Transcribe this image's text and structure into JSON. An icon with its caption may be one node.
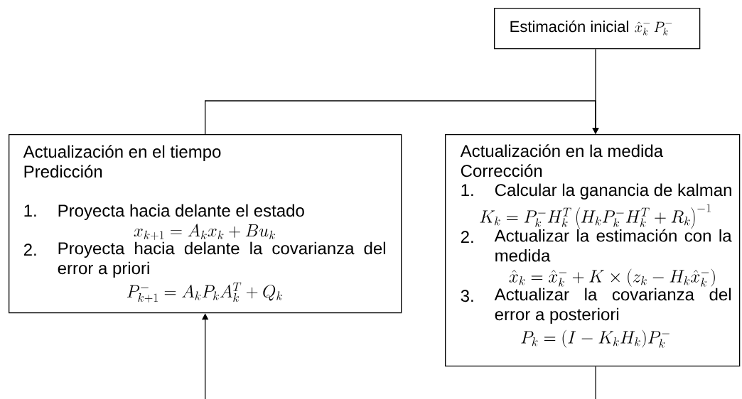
{
  "diagram": {
    "nodes": [
      {
        "text": [
          "Estimación inicial",
          "\\hat{x}_k^{-}\\, P_k^{-}"
        ]
      },
      {
        "text": [
          "Actualización en el tiempo",
          "Predicción",
          "1.",
          "Proyecta hacia delante el estado",
          "x_{k+1} = A_k x_k + B u_k",
          "2.",
          "Proyecta hacia delante la covarianza del error a priori",
          "P_{k+1}^{-} = A_k P_k A_k^T + Q_k"
        ]
      },
      {
        "text": [
          "Actualización en la medida",
          "Corrección",
          "1.",
          "Calcular la ganancia de kalman",
          "K_k = P_k^{-} H_k^T \\left(H_k P_k^{-} H_k^T + R_k\\right)^{-1}",
          "2.",
          "Actualizar la estimación con la medida",
          "\\hat{x}_k = \\hat{x}_k^{-} + K \\times (z_k - H_k \\hat{x}_k^{-})",
          "3.",
          "Actualizar la covarianza del error a posteriori",
          "P_k = (I - K_k H_k) P_k^{-}"
        ]
      }
    ],
    "edges": [
      {
        "from": 0,
        "to": 2,
        "arrow": "to"
      },
      {
        "from": 1,
        "to": 2,
        "arrow": "to"
      },
      {
        "from": 2,
        "to": null,
        "arrow": "none"
      },
      {
        "from": null,
        "to": 1,
        "arrow": "to"
      }
    ]
  }
}
